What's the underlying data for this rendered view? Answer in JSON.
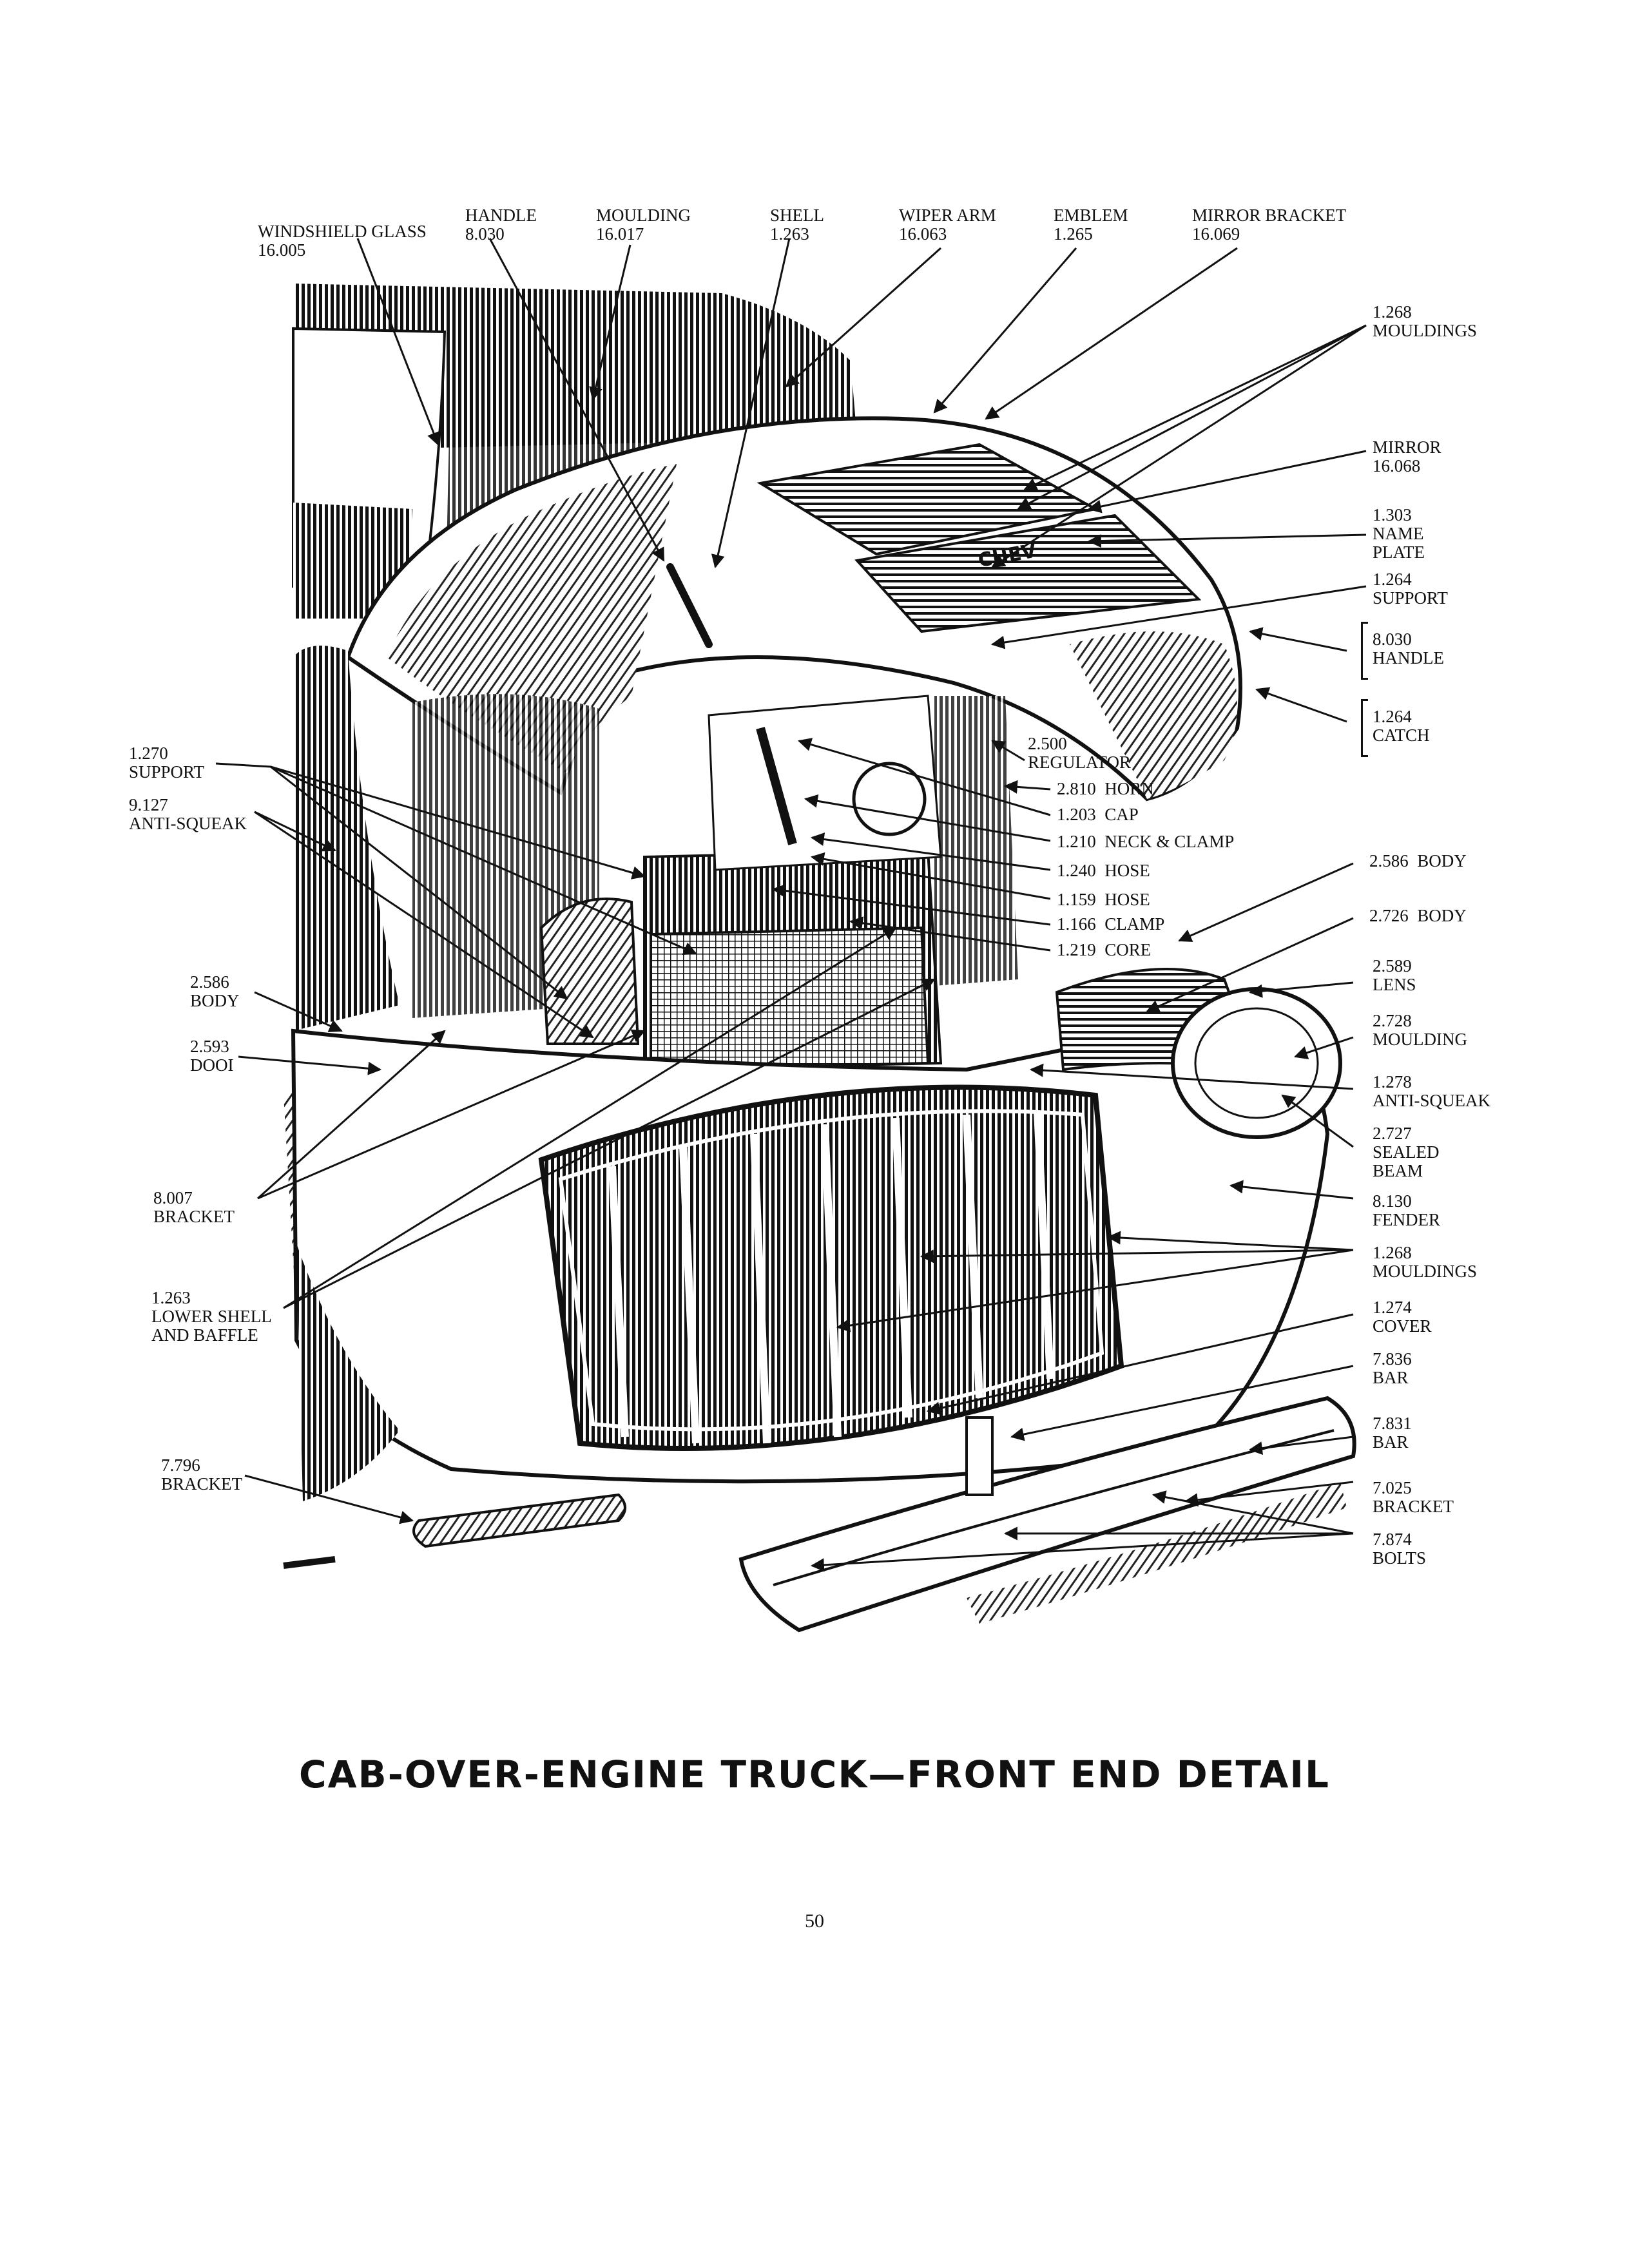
{
  "labels": {
    "windshield_glass": [
      "WINDSHIELD GLASS",
      "16.005"
    ],
    "handle_top": [
      "HANDLE",
      "8.030"
    ],
    "moulding_top": [
      "MOULDING",
      "16.017"
    ],
    "shell": [
      "SHELL",
      "1.263"
    ],
    "wiper_arm": [
      "WIPER ARM",
      "16.063"
    ],
    "emblem": [
      "EMBLEM",
      "1.265"
    ],
    "mirror_bracket": [
      "MIRROR BRACKET",
      "16.069"
    ],
    "mouldings_1268_top": [
      "1.268",
      "MOULDINGS"
    ],
    "mirror": [
      "MIRROR",
      "16.068"
    ],
    "name_plate": [
      "1.303",
      "NAME",
      "PLATE"
    ],
    "support_1264": [
      "1.264",
      "SUPPORT"
    ],
    "handle_right": [
      "8.030",
      "HANDLE"
    ],
    "catch": [
      "1.264",
      "CATCH"
    ],
    "regulator": [
      "2.500",
      "REGULATOR"
    ],
    "horn": [
      "2.810  HORN"
    ],
    "cap": [
      "1.203  CAP"
    ],
    "neck_clamp": [
      "1.210  NECK & CLAMP"
    ],
    "hose_1240": [
      "1.240  HOSE"
    ],
    "hose_1159": [
      "1.159  HOSE"
    ],
    "clamp": [
      "1.166  CLAMP"
    ],
    "core": [
      "1.219  CORE"
    ],
    "body_2586_right": [
      "2.586  BODY"
    ],
    "body_2726": [
      "2.726  BODY"
    ],
    "lens": [
      "2.589",
      "LENS"
    ],
    "moulding_2728": [
      "2.728",
      "MOULDING"
    ],
    "antisqueak_1278": [
      "1.278",
      "ANTI-SQUEAK"
    ],
    "sealed_beam": [
      "2.727",
      "SEALED",
      "BEAM"
    ],
    "fender": [
      "8.130",
      "FENDER"
    ],
    "mouldings_1268_grille": [
      "1.268",
      "MOULDINGS"
    ],
    "cover": [
      "1.274",
      "COVER"
    ],
    "bar_7836": [
      "7.836",
      "BAR"
    ],
    "bar_7831": [
      "7.831",
      "BAR"
    ],
    "bracket_7025": [
      "7.025",
      "BRACKET"
    ],
    "bolts": [
      "7.874",
      "BOLTS"
    ],
    "support_1270": [
      "1.270",
      "SUPPORT"
    ],
    "antisqueak_9127": [
      "9.127",
      "ANTI-SQUEAK"
    ],
    "body_2586_left": [
      "2.586",
      "BODY"
    ],
    "door_2593": [
      "2.593",
      "DOOI"
    ],
    "bracket_8007": [
      "8.007",
      "BRACKET"
    ],
    "lower_shell": [
      "1.263",
      "LOWER SHELL",
      "AND BAFFLE"
    ],
    "bracket_7796": [
      "7.796",
      "BRACKET"
    ]
  },
  "title": "CAB-OVER-ENGINE TRUCK—FRONT END DETAIL",
  "page_number": "50"
}
